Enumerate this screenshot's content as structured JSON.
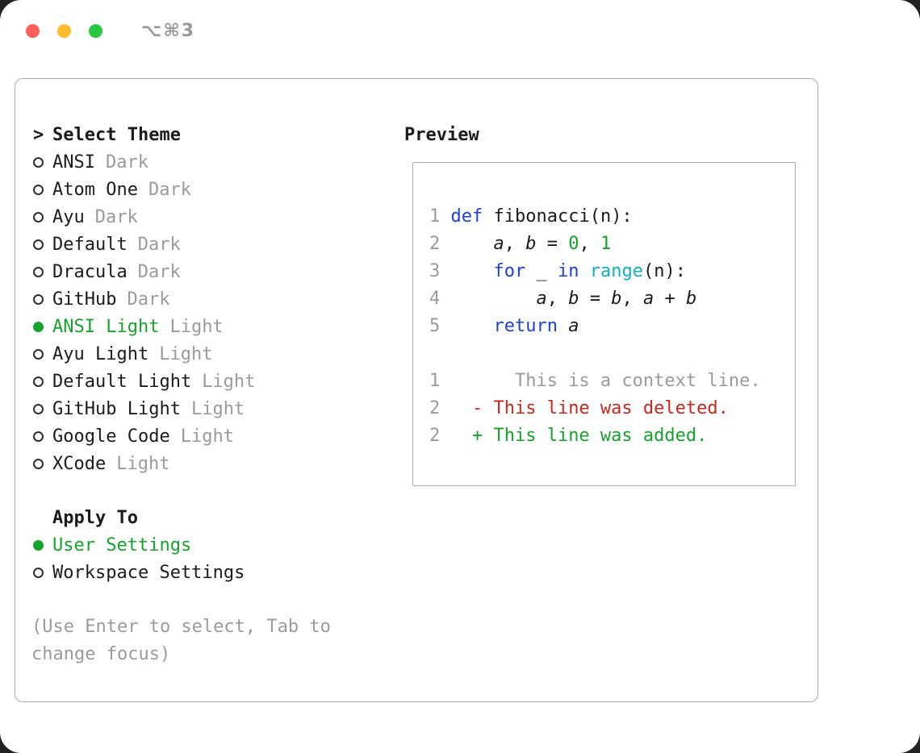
{
  "window": {
    "shortcut": "⌥⌘3"
  },
  "traffic_lights": {
    "close": "#ff5f57",
    "minimize": "#febc2e",
    "zoom": "#28c840"
  },
  "theme_select": {
    "prompt": ">",
    "title": "Select Theme",
    "items": [
      {
        "name": "ANSI",
        "variant": "Dark",
        "selected": false
      },
      {
        "name": "Atom One",
        "variant": "Dark",
        "selected": false
      },
      {
        "name": "Ayu",
        "variant": "Dark",
        "selected": false
      },
      {
        "name": "Default",
        "variant": "Dark",
        "selected": false
      },
      {
        "name": "Dracula",
        "variant": "Dark",
        "selected": false
      },
      {
        "name": "GitHub",
        "variant": "Dark",
        "selected": false
      },
      {
        "name": "ANSI Light",
        "variant": "Light",
        "selected": true
      },
      {
        "name": "Ayu Light",
        "variant": "Light",
        "selected": false
      },
      {
        "name": "Default Light",
        "variant": "Light",
        "selected": false
      },
      {
        "name": "GitHub Light",
        "variant": "Light",
        "selected": false
      },
      {
        "name": "Google Code",
        "variant": "Light",
        "selected": false
      },
      {
        "name": "XCode",
        "variant": "Light",
        "selected": false
      }
    ]
  },
  "apply_to": {
    "title": "Apply To",
    "options": [
      {
        "label": "User Settings",
        "selected": true
      },
      {
        "label": "Workspace Settings",
        "selected": false
      }
    ]
  },
  "hint": "(Use Enter to select, Tab to change focus)",
  "preview": {
    "title": "Preview",
    "code_lines": [
      [
        {
          "t": "1 ",
          "c": "ln"
        },
        {
          "t": "def",
          "c": "kw"
        },
        {
          "t": " fibonacci(n):",
          "c": "pl"
        }
      ],
      [
        {
          "t": "2 ",
          "c": "ln"
        },
        {
          "t": "    ",
          "c": "pl"
        },
        {
          "t": "a",
          "c": "var"
        },
        {
          "t": ", ",
          "c": "pl"
        },
        {
          "t": "b",
          "c": "var"
        },
        {
          "t": " = ",
          "c": "pl"
        },
        {
          "t": "0",
          "c": "num"
        },
        {
          "t": ", ",
          "c": "pl"
        },
        {
          "t": "1",
          "c": "num"
        }
      ],
      [
        {
          "t": "3 ",
          "c": "ln"
        },
        {
          "t": "    ",
          "c": "pl"
        },
        {
          "t": "for",
          "c": "kw"
        },
        {
          "t": " _ ",
          "c": "pl"
        },
        {
          "t": "in",
          "c": "kw"
        },
        {
          "t": " ",
          "c": "pl"
        },
        {
          "t": "range",
          "c": "fn"
        },
        {
          "t": "(n):",
          "c": "pl"
        }
      ],
      [
        {
          "t": "4 ",
          "c": "ln"
        },
        {
          "t": "        ",
          "c": "pl"
        },
        {
          "t": "a",
          "c": "var"
        },
        {
          "t": ", ",
          "c": "pl"
        },
        {
          "t": "b",
          "c": "var"
        },
        {
          "t": " = ",
          "c": "pl"
        },
        {
          "t": "b",
          "c": "var"
        },
        {
          "t": ", ",
          "c": "pl"
        },
        {
          "t": "a",
          "c": "var"
        },
        {
          "t": " + ",
          "c": "pl"
        },
        {
          "t": "b",
          "c": "var"
        }
      ],
      [
        {
          "t": "5 ",
          "c": "ln"
        },
        {
          "t": "    ",
          "c": "pl"
        },
        {
          "t": "return",
          "c": "kw"
        },
        {
          "t": " ",
          "c": "pl"
        },
        {
          "t": "a",
          "c": "var"
        }
      ]
    ],
    "diff_lines": [
      [
        {
          "t": "1",
          "c": "ln"
        },
        {
          "t": "       This is a context line.",
          "c": "ctx"
        }
      ],
      [
        {
          "t": "2",
          "c": "ln"
        },
        {
          "t": "   - This line was deleted.",
          "c": "del"
        }
      ],
      [
        {
          "t": "2",
          "c": "ln"
        },
        {
          "t": "   + This line was added.",
          "c": "add"
        }
      ]
    ]
  },
  "colors": {
    "ink": "#1b1b1d",
    "muted_gray": "#9a9aa0",
    "accent_green": "#16a32b",
    "deleted_red": "#c9271d",
    "keyword_blue": "#1d3fe0",
    "builtin_cyan": "#0fb0c4"
  }
}
